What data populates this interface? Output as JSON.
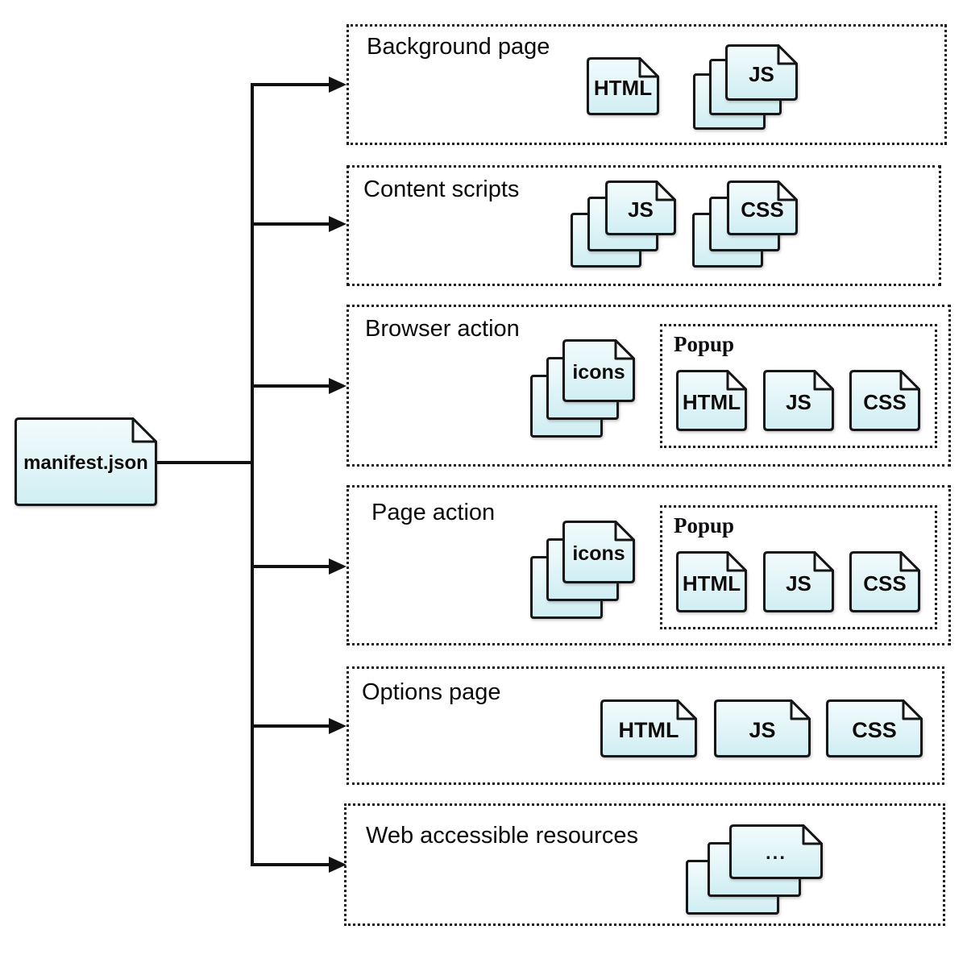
{
  "manifest": {
    "label": "manifest.json"
  },
  "sections": [
    {
      "title": "Background page",
      "html_label": "HTML",
      "js_label": "JS"
    },
    {
      "title": "Content scripts",
      "js_label": "JS",
      "css_label": "CSS"
    },
    {
      "title": "Browser action",
      "icons_label": "icons",
      "popup": {
        "title": "Popup",
        "html_label": "HTML",
        "js_label": "JS",
        "css_label": "CSS"
      }
    },
    {
      "title": "Page action",
      "icons_label": "icons",
      "popup": {
        "title": "Popup",
        "html_label": "HTML",
        "js_label": "JS",
        "css_label": "CSS"
      }
    },
    {
      "title": "Options page",
      "html_label": "HTML",
      "js_label": "JS",
      "css_label": "CSS"
    },
    {
      "title": "Web accessible resources",
      "stack_label": "..."
    }
  ],
  "colors": {
    "doc_border": "#161616",
    "doc_fill_top": "#f3fbfc",
    "doc_fill_bottom": "#cfeef3",
    "fold_fill": "#fbffff",
    "connector": "#111111"
  }
}
